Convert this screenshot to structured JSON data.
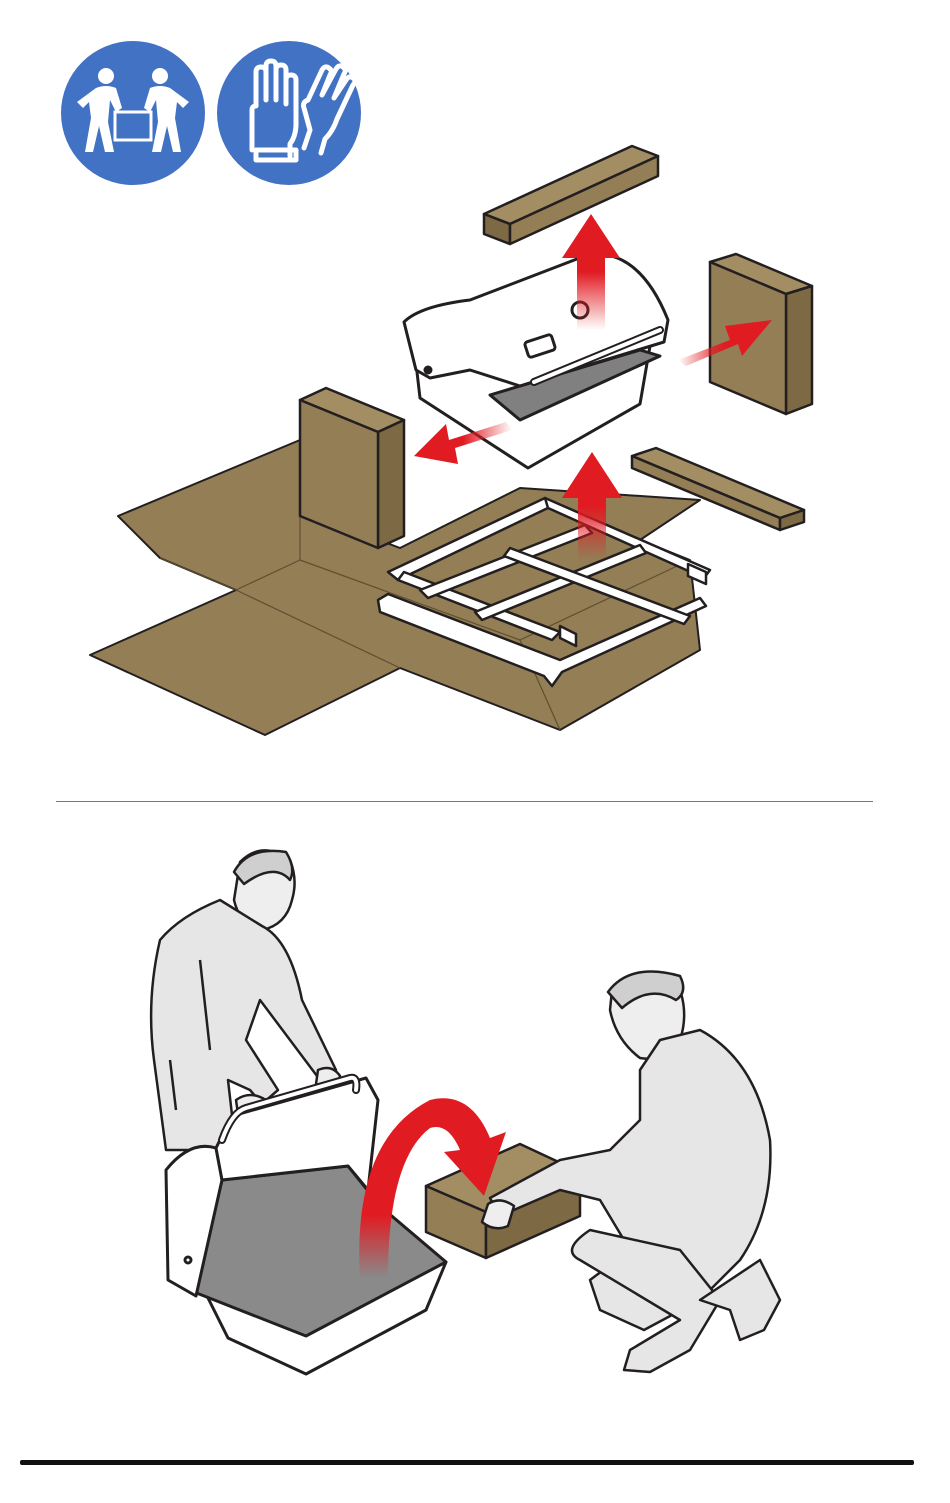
{
  "colors": {
    "badge_blue": "#4272c3",
    "cardboard": "#937e55",
    "cardboard_dark": "#7d6a44",
    "arrow_red": "#e11b22",
    "outline": "#231f20",
    "clothing_gray": "#e6e6e6",
    "rule": "#111111"
  },
  "icons": {
    "team_lift": "two-person-lift-icon",
    "gloves": "protective-gloves-icon"
  },
  "steps": [
    {
      "id": "unpack",
      "arrows": [
        "up",
        "up",
        "left",
        "right"
      ]
    },
    {
      "id": "place-box-in-grill",
      "arrows": [
        "curved"
      ]
    }
  ]
}
